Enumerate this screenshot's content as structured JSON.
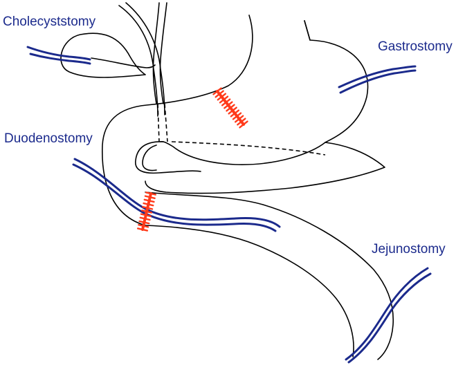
{
  "labels": {
    "cholecystostomy": "Cholecyststomy",
    "gastrostomy": "Gastrostomy",
    "duodenostomy": "Duodenostomy",
    "jejunostomy": "Jejunostomy"
  },
  "colors": {
    "outline": "#000000",
    "tube": "#1b2a8c",
    "suture": "#ff3a1a",
    "label": "#1b2a8c"
  },
  "suture_lines": [
    {
      "stitch_count": 13
    },
    {
      "stitch_count": 11
    }
  ]
}
